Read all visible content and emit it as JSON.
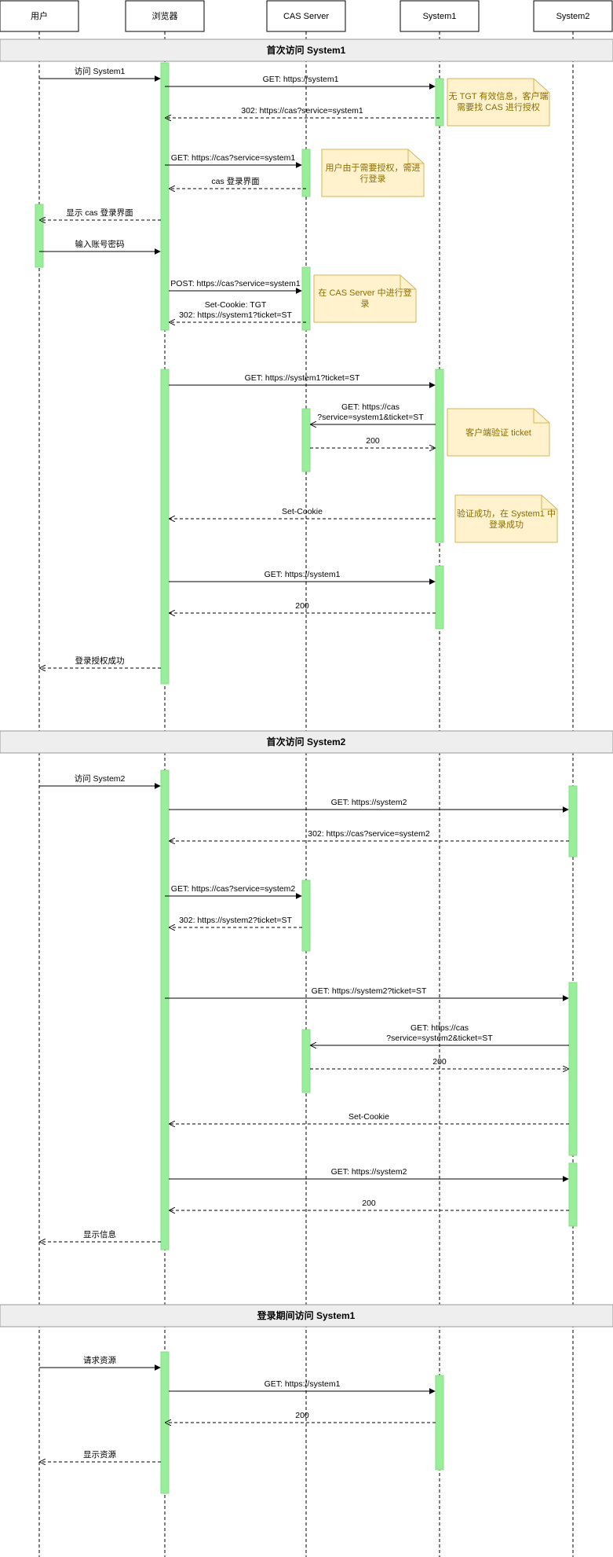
{
  "participants": [
    {
      "key": "user",
      "label": "用户"
    },
    {
      "key": "browser",
      "label": "浏览器"
    },
    {
      "key": "cas",
      "label": "CAS Server"
    },
    {
      "key": "sys1",
      "label": "System1"
    },
    {
      "key": "sys2",
      "label": "System2"
    }
  ],
  "sections": [
    {
      "title": "首次访问 System1"
    },
    {
      "title": "首次访问 System2"
    },
    {
      "title": "登录期间访问 System1"
    }
  ],
  "messages": [
    {
      "text": "访问 System1"
    },
    {
      "text": "GET: https://system1"
    },
    {
      "text": "302: https://cas?service=system1"
    },
    {
      "text": "GET: https://cas?service=system1"
    },
    {
      "text": "cas 登录界面"
    },
    {
      "text": "显示 cas 登录界面"
    },
    {
      "text": "输入账号密码"
    },
    {
      "text": "POST: https://cas?service=system1"
    },
    {
      "text": "Set-Cookie: TGT"
    },
    {
      "text": "302: https://system1?ticket=ST"
    },
    {
      "text": "GET: https://system1?ticket=ST"
    },
    {
      "text": "GET: https://cas"
    },
    {
      "text": "?service=system1&ticket=ST"
    },
    {
      "text": "200"
    },
    {
      "text": "Set-Cookie"
    },
    {
      "text": "GET: https://system1"
    },
    {
      "text": "200"
    },
    {
      "text": "登录授权成功"
    },
    {
      "text": "访问 System2"
    },
    {
      "text": "GET: https://system2"
    },
    {
      "text": "302: https://cas?service=system2"
    },
    {
      "text": "GET: https://cas?service=system2"
    },
    {
      "text": "302: https://system2?ticket=ST"
    },
    {
      "text": "GET: https://system2?ticket=ST"
    },
    {
      "text": "GET: https://cas"
    },
    {
      "text": "?service=system2&ticket=ST"
    },
    {
      "text": "200"
    },
    {
      "text": "Set-Cookie"
    },
    {
      "text": "GET: https://system2"
    },
    {
      "text": "200"
    },
    {
      "text": "显示信息"
    },
    {
      "text": "请求资源"
    },
    {
      "text": "GET: https://system1"
    },
    {
      "text": "200"
    },
    {
      "text": "显示资源"
    }
  ],
  "notes": [
    {
      "lines": [
        "无 TGT 有效信息，客户端",
        "需要找 CAS 进行授权"
      ]
    },
    {
      "lines": [
        "用户由于需要授权，需进",
        "行登录"
      ]
    },
    {
      "lines": [
        "在 CAS Server 中进行登",
        "录"
      ]
    },
    {
      "lines": [
        "客户端验证 ticket"
      ]
    },
    {
      "lines": [
        "验证成功，在 System1 中",
        "登录成功"
      ]
    }
  ],
  "colors": {
    "activation": "#99ee99",
    "note_fill": "#fff2cc",
    "note_stroke": "#d6b656",
    "section_fill": "#eeeeee"
  }
}
